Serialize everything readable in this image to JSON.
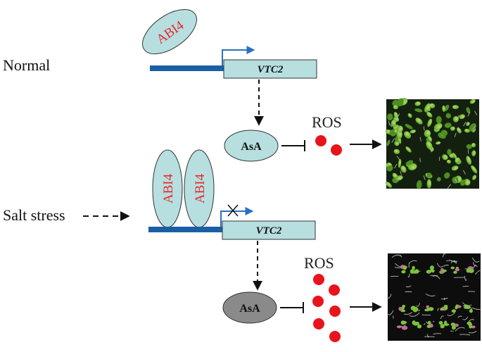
{
  "conditions": {
    "normal": "Normal",
    "salt": "Salt stress"
  },
  "factor": {
    "label": "ABI4"
  },
  "gene": {
    "label": "VTC2"
  },
  "metabolite": {
    "label": "AsA"
  },
  "ros": {
    "label": "ROS"
  },
  "colors": {
    "ellipse_fill": "#b7dfe0",
    "gene_box_fill": "#b7dfe0",
    "promoter_bar": "#1a5fa6",
    "tss_arrow": "#2a70c2",
    "abi4_text": "#e8262b",
    "ros_dot": "#e8141b",
    "asa_stressed_fill": "#8a8a8a",
    "seedling_green": "#7cc23a",
    "plate_bg": "#0c0d0c"
  },
  "icons": {
    "transcription_block": "x-mark-icon",
    "inhibition": "t-bar-inhibition-icon",
    "activation": "arrow-icon"
  }
}
